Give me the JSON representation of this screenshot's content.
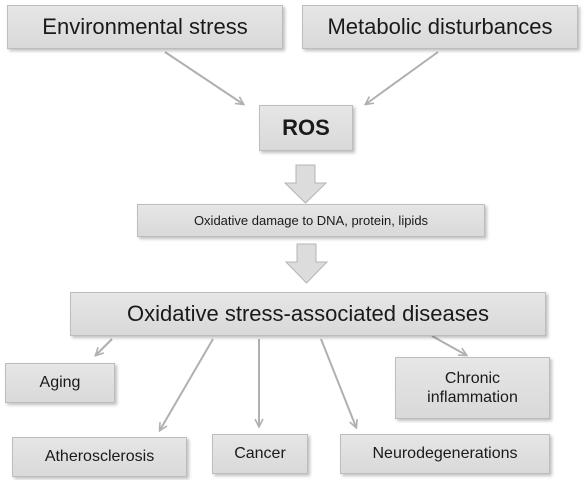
{
  "nodes": {
    "environmental_stress": "Environmental stress",
    "metabolic_disturbances": "Metabolic disturbances",
    "ros": "ROS",
    "oxidative_damage": "Oxidative damage to DNA, protein, lipids",
    "diseases": "Oxidative stress-associated diseases",
    "aging": "Aging",
    "chronic_inflammation": "Chronic inflammation",
    "atherosclerosis": "Atherosclerosis",
    "cancer": "Cancer",
    "neurodegenerations": "Neurodegenerations"
  },
  "colors": {
    "box_fill": "#dedede",
    "arrow": "#b0b0b0",
    "text": "#1a1a1a"
  }
}
